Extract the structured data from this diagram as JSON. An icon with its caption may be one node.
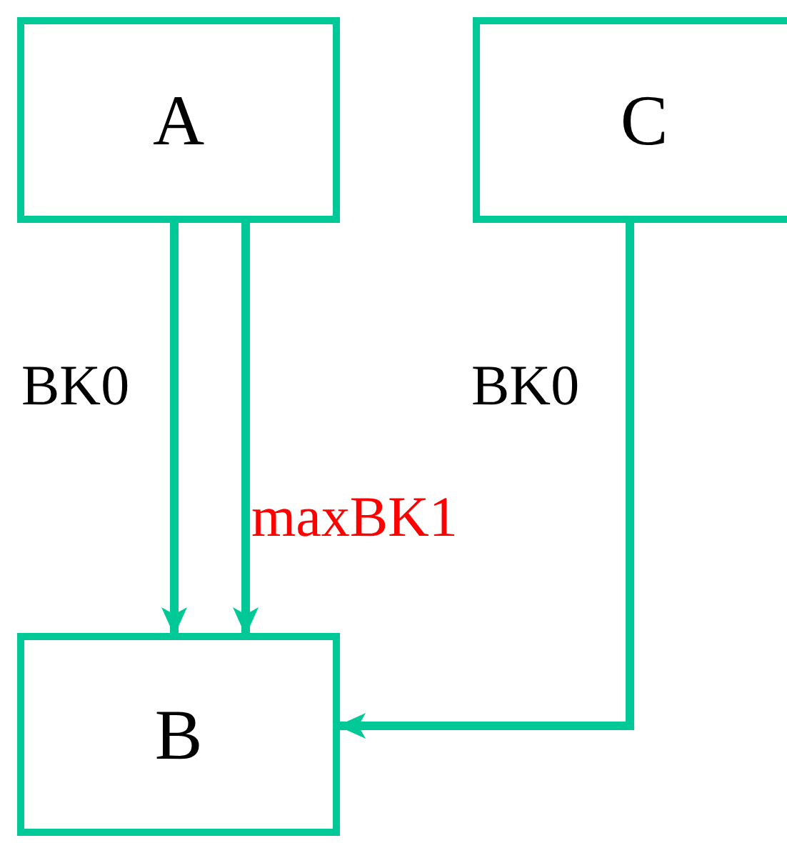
{
  "diagram": {
    "nodes": [
      {
        "text": [
          "A"
        ]
      },
      {
        "text": [
          "C"
        ]
      },
      {
        "text": [
          "B"
        ]
      }
    ],
    "edges": [
      {
        "from": 0,
        "to": 2,
        "arrow": "to",
        "label": "BK0"
      },
      {
        "from": 0,
        "to": 2,
        "arrow": "to",
        "label": "maxBK1"
      },
      {
        "from": 1,
        "to": 2,
        "arrow": "to",
        "label": "BK0"
      }
    ]
  }
}
